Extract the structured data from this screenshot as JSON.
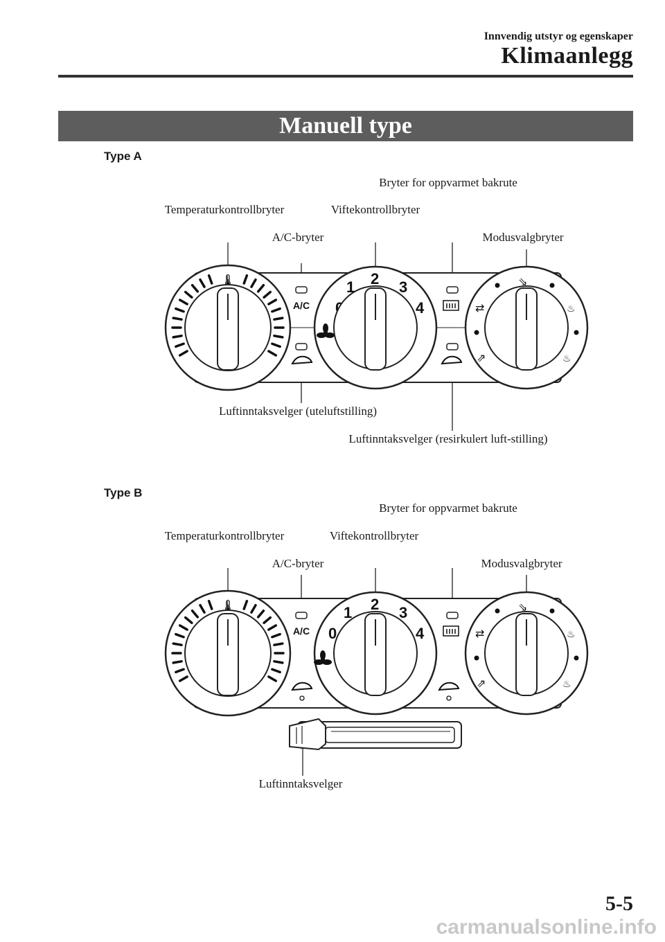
{
  "header": {
    "subtitle": "Innvendig utstyr og egenskaper",
    "title": "Klimaanlegg"
  },
  "section": {
    "title": "Manuell type"
  },
  "type_a": {
    "label": "Type A",
    "callouts": {
      "rear_defrost": "Bryter for oppvarmet bakrute",
      "temp": "Temperaturkontrollbryter",
      "fan": "Viftekontrollbryter",
      "ac": "A/C-bryter",
      "mode": "Modusvalgbryter",
      "intake_outside": "Luftinntaksvelger (uteluftstilling)",
      "intake_recirc": "Luftinntaksvelger (resirkulert luft-stilling)"
    }
  },
  "type_b": {
    "label": "Type B",
    "callouts": {
      "rear_defrost": "Bryter for oppvarmet bakrute",
      "temp": "Temperaturkontrollbryter",
      "fan": "Viftekontrollbryter",
      "ac": "A/C-bryter",
      "mode": "Modusvalgbryter",
      "intake": "Luftinntaksvelger"
    }
  },
  "panel_labels": {
    "ac": "A/C",
    "fan_speeds": [
      "0",
      "1",
      "2",
      "3",
      "4"
    ]
  },
  "footer": {
    "page_number": "5-5",
    "watermark": "carmanualsonline.info"
  }
}
